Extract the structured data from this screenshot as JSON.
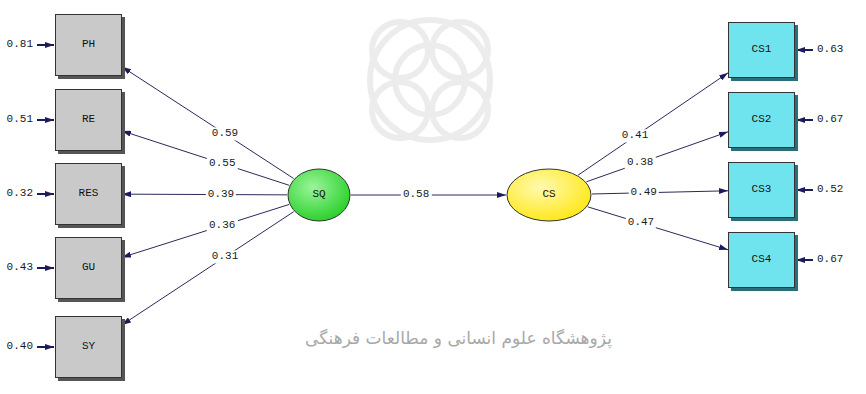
{
  "diagram": {
    "nodes": [
      {
        "text": [
          "PH"
        ]
      },
      {
        "text": [
          "RE"
        ]
      },
      {
        "text": [
          "RES"
        ]
      },
      {
        "text": [
          "GU"
        ]
      },
      {
        "text": [
          "SY"
        ]
      },
      {
        "text": [
          "SQ"
        ]
      },
      {
        "text": [
          "CS"
        ]
      },
      {
        "text": [
          "CS1"
        ]
      },
      {
        "text": [
          "CS2"
        ]
      },
      {
        "text": [
          "CS3"
        ]
      },
      {
        "text": [
          "CS4"
        ]
      }
    ],
    "edges": [
      {
        "from": 5,
        "to": 0,
        "label": "0.59",
        "arrow": "to"
      },
      {
        "from": 5,
        "to": 1,
        "label": "0.55",
        "arrow": "to"
      },
      {
        "from": 5,
        "to": 2,
        "label": "0.39",
        "arrow": "to"
      },
      {
        "from": 5,
        "to": 3,
        "label": "0.36",
        "arrow": "to"
      },
      {
        "from": 5,
        "to": 4,
        "label": "0.31",
        "arrow": "to"
      },
      {
        "from": 5,
        "to": 6,
        "label": "0.58",
        "arrow": "to"
      },
      {
        "from": 6,
        "to": 7,
        "label": "0.41",
        "arrow": "to"
      },
      {
        "from": 6,
        "to": 8,
        "label": "0.38",
        "arrow": "to"
      },
      {
        "from": 6,
        "to": 9,
        "label": "0.49",
        "arrow": "to"
      },
      {
        "from": 6,
        "to": 10,
        "label": "0.47",
        "arrow": "to"
      }
    ],
    "labels": [
      "0.81",
      "0.51",
      "0.32",
      "0.43",
      "0.40",
      "0.63",
      "0.67",
      "0.52",
      "0.67",
      "پژوهشگاه علوم انسانی و مطالعات فرهنگی"
    ]
  }
}
